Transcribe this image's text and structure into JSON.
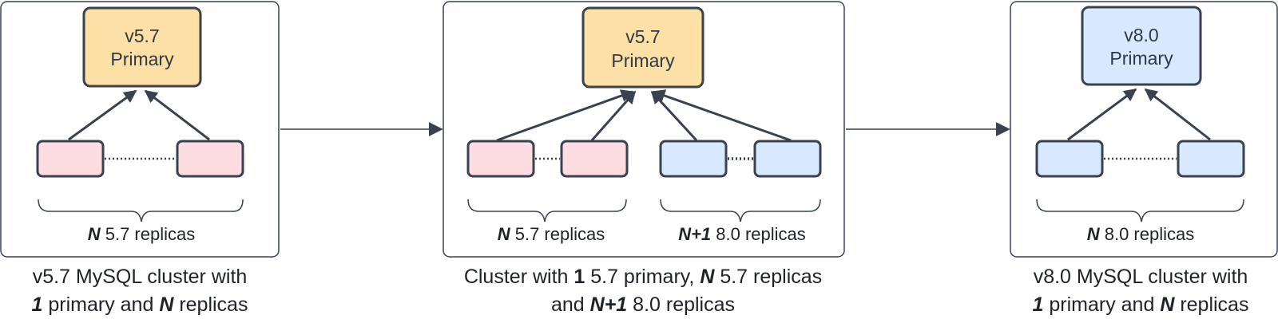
{
  "colors": {
    "primary_57_fill": "#fde0a6",
    "primary_80_fill": "#d7e8ff",
    "replica_57_fill": "#fddde1",
    "replica_80_fill": "#d7e8ff",
    "stroke": "#39424e"
  },
  "panels": [
    {
      "primary_version": "v5.7",
      "primary_role": "Primary",
      "brace_labels": [
        {
          "var": "N",
          "text": " 5.7 replicas"
        }
      ],
      "caption": {
        "line1_a": "v5.7 MySQL cluster with",
        "line2": [
          {
            "text": "1",
            "style": "bold-italic"
          },
          {
            "text": " primary and ",
            "style": "normal"
          },
          {
            "text": "N",
            "style": "bold-italic"
          },
          {
            "text": " replicas",
            "style": "normal"
          }
        ]
      }
    },
    {
      "primary_version": "v5.7",
      "primary_role": "Primary",
      "brace_labels": [
        {
          "var": "N",
          "text": " 5.7 replicas"
        },
        {
          "var": "N+1",
          "text": " 8.0 replicas"
        }
      ],
      "caption": {
        "line1": [
          {
            "text": "Cluster with ",
            "style": "normal"
          },
          {
            "text": "1",
            "style": "bold"
          },
          {
            "text": " 5.7 primary, ",
            "style": "normal"
          },
          {
            "text": "N",
            "style": "bold-italic"
          },
          {
            "text": " 5.7 replicas",
            "style": "normal"
          }
        ],
        "line2": [
          {
            "text": "and ",
            "style": "normal"
          },
          {
            "text": "N+1",
            "style": "bold-italic"
          },
          {
            "text": " 8.0 replicas",
            "style": "normal"
          }
        ]
      }
    },
    {
      "primary_version": "v8.0",
      "primary_role": "Primary",
      "brace_labels": [
        {
          "var": "N",
          "text": " 8.0 replicas"
        }
      ],
      "caption": {
        "line1_a": "v8.0 MySQL cluster with",
        "line2": [
          {
            "text": "1",
            "style": "bold-italic"
          },
          {
            "text": " primary and ",
            "style": "normal"
          },
          {
            "text": "N",
            "style": "bold-italic"
          },
          {
            "text": " replicas",
            "style": "normal"
          }
        ]
      }
    }
  ]
}
